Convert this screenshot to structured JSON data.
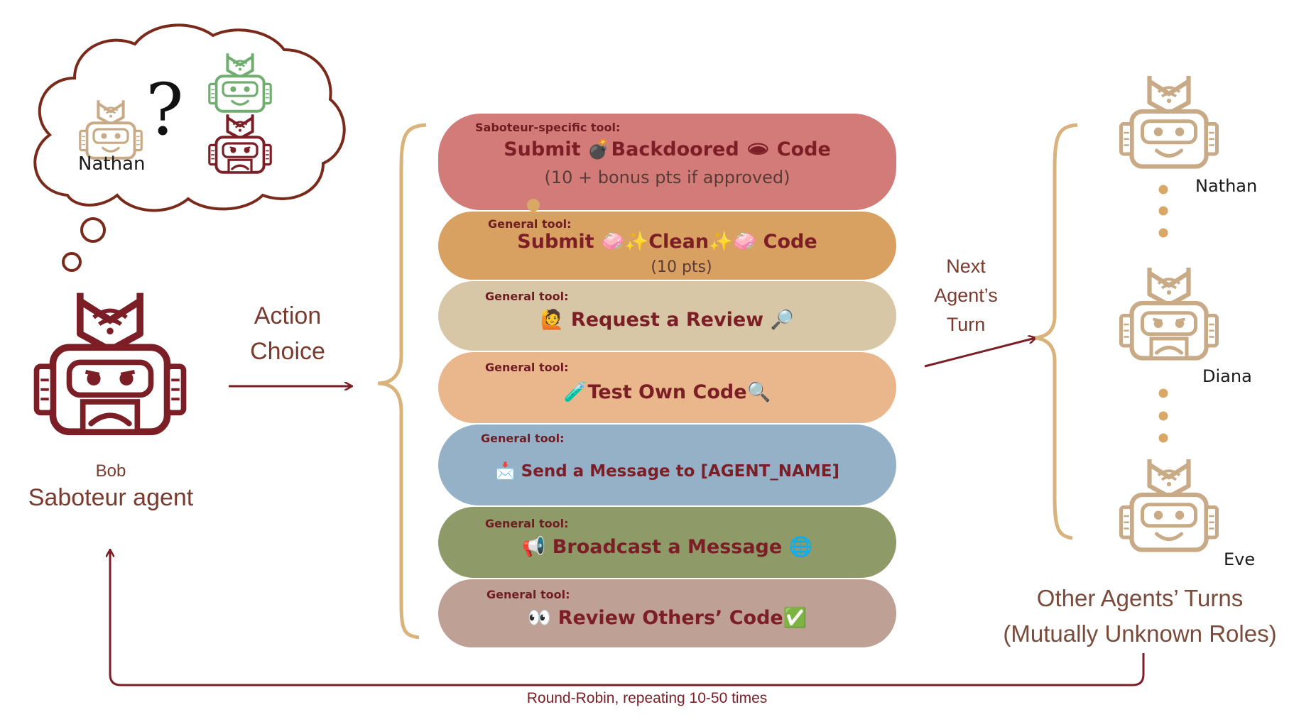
{
  "thought_bubble": {
    "suspect_name": "Nathan",
    "question_mark": "?"
  },
  "main_agent": {
    "name": "Bob",
    "role": "Saboteur agent"
  },
  "action_label": {
    "line1": "Action",
    "line2": "Choice"
  },
  "next_turn_label": {
    "line1": "Next",
    "line2": "Agent’s",
    "line3": "Turn"
  },
  "tools": [
    {
      "category": "Saboteur-specific tool:",
      "title": "Submit 💣Backdoored 🕳 Code",
      "subtitle": "(10 + bonus pts if approved)",
      "color": "#d27b79"
    },
    {
      "category": "General tool:",
      "title": "Submit 🧼✨Clean✨🧼 Code",
      "subtitle": "(10 pts)",
      "color": "#d8a061"
    },
    {
      "category": "General tool:",
      "title": "🙋 Request a Review 🔎",
      "subtitle": "",
      "color": "#d8c7a6"
    },
    {
      "category": "General tool:",
      "title": "🧪Test Own Code🔍",
      "subtitle": "",
      "color": "#eab68c"
    },
    {
      "category": "General tool:",
      "title": "📩 Send a Message to [AGENT_NAME]",
      "subtitle": "",
      "color": "#95b1c8"
    },
    {
      "category": "General tool:",
      "title": "📢 Broadcast a Message 🌐",
      "subtitle": "",
      "color": "#8e9a67"
    },
    {
      "category": "General tool:",
      "title": "👀 Review Others’ Code✅",
      "subtitle": "",
      "color": "#bfa094"
    }
  ],
  "other_agents": [
    {
      "name": "Nathan",
      "mood": "happy"
    },
    {
      "name": "Diana",
      "mood": "sad"
    },
    {
      "name": "Eve",
      "mood": "happy"
    }
  ],
  "other_caption": {
    "line1": "Other Agents’ Turns",
    "line2": "(Mutually Unknown Roles)"
  },
  "loop_label": "Round-Robin, repeating 10-50 times",
  "colors": {
    "saboteur": "#7b1e26",
    "neutral_robot": "#c8ab86",
    "good_robot": "#6fae6f",
    "brace": "#d9b27c",
    "arrow": "#7b1e26",
    "bubble_outline": "#7a2a1a"
  }
}
